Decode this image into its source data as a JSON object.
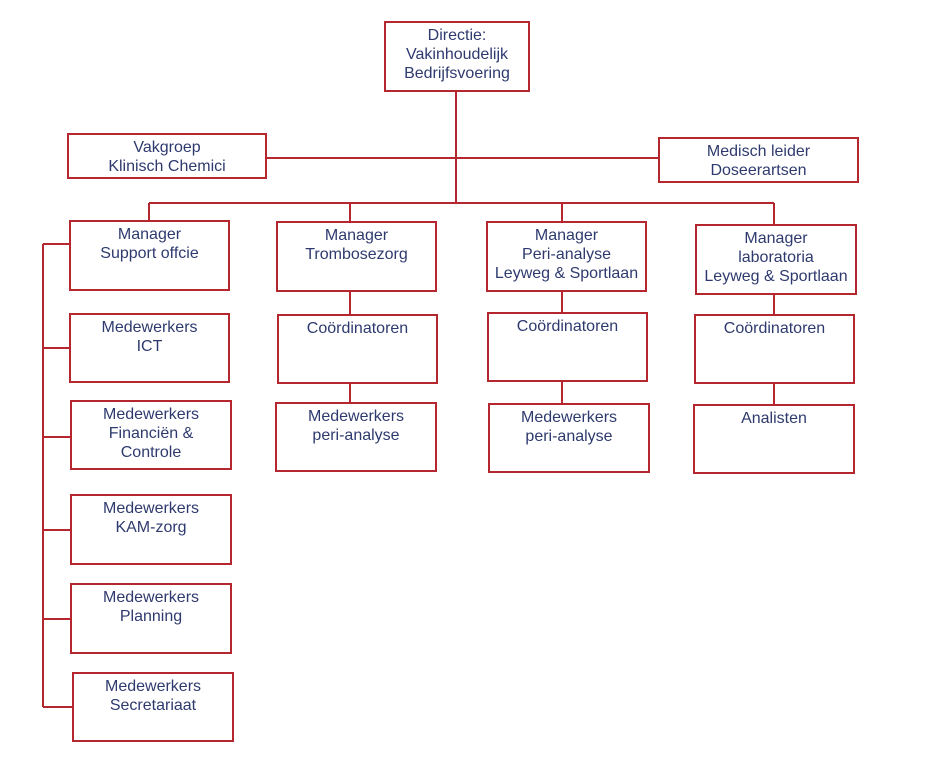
{
  "colors": {
    "border": "#b5262e",
    "text": "#2e3a6e"
  },
  "nodes": {
    "directie": [
      "Directie:",
      "Vakinhoudelijk",
      "Bedrijfsvoering"
    ],
    "vakgroep": [
      "Vakgroep",
      "Klinisch Chemici"
    ],
    "medisch_leider": [
      "Medisch leider",
      "Doseerartsen"
    ],
    "mgr_support": [
      "Manager",
      "Support offcie"
    ],
    "mgr_trombose": [
      "Manager",
      "Trombosezorg"
    ],
    "mgr_peri": [
      "Manager",
      "Peri-analyse",
      "Leyweg & Sportlaan"
    ],
    "mgr_lab": [
      "Manager",
      "laboratoria",
      "Leyweg & Sportlaan"
    ],
    "mw_ict": [
      "Medewerkers",
      "ICT"
    ],
    "mw_financien": [
      "Medewerkers",
      "Financiën &",
      "Controle"
    ],
    "mw_kam": [
      "Medewerkers",
      "KAM-zorg"
    ],
    "mw_planning": [
      "Medewerkers",
      "Planning"
    ],
    "mw_secretariaat": [
      "Medewerkers",
      "Secretariaat"
    ],
    "coord_trombose": [
      "Coördinatoren"
    ],
    "coord_peri": [
      "Coördinatoren"
    ],
    "coord_lab": [
      "Coördinatoren"
    ],
    "mw_peri_trombose": [
      "Medewerkers",
      "peri-analyse"
    ],
    "mw_peri_peri": [
      "Medewerkers",
      "peri-analyse"
    ],
    "analisten": [
      "Analisten"
    ]
  }
}
